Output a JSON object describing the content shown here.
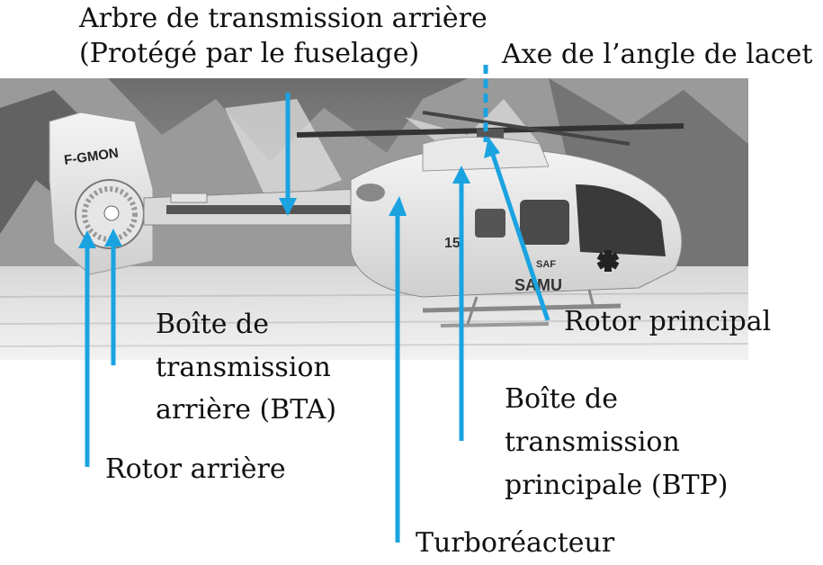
{
  "labels": {
    "arbre_l1": "Arbre de transmission arrière",
    "arbre_l2": "(Protégé par le fuselage)",
    "lacet": "Axe de l’angle de lacet",
    "rotor_principal": "Rotor principal",
    "bta_l1": "Boîte de",
    "bta_l2": "transmission",
    "bta_l3": "arrière (BTA)",
    "btp_l1": "Boîte de",
    "btp_l2": "transmission",
    "btp_l3": "principale (BTP)",
    "rotor_arriere": "Rotor arrière",
    "turboreacteur": "Turboréacteur"
  },
  "markings": {
    "registration": "F-GMON",
    "samu": "SAMU",
    "saf": "SAF",
    "number": "15"
  },
  "colors": {
    "arrow": "#1aa3e0",
    "text": "#111111"
  }
}
